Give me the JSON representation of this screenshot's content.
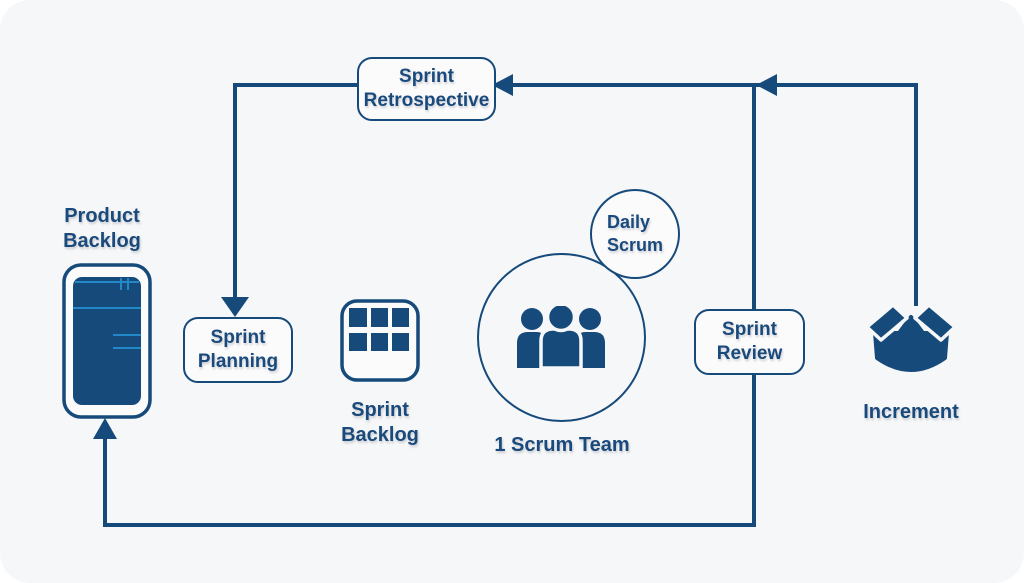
{
  "colors": {
    "accent": "#164a7b",
    "accent-light": "#2288c8",
    "canvas-bg": "#f6f7f8",
    "node-bg": "#fbfbfc",
    "text": "#1a4a7c"
  },
  "nodes": {
    "product_backlog": {
      "label": "Product\nBacklog",
      "icon": "backlog-list-icon"
    },
    "sprint_planning": {
      "label": "Sprint\nPlanning"
    },
    "sprint_backlog": {
      "label": "Sprint\nBacklog",
      "icon": "task-grid-icon"
    },
    "scrum_team": {
      "label": "1 Scrum Team",
      "icon": "team-people-icon"
    },
    "daily_scrum": {
      "label": "Daily\nScrum"
    },
    "sprint_review": {
      "label": "Sprint\nReview"
    },
    "sprint_retrospective": {
      "label": "Sprint\nRetrospective"
    },
    "increment": {
      "label": "Increment",
      "icon": "open-box-icon"
    }
  }
}
